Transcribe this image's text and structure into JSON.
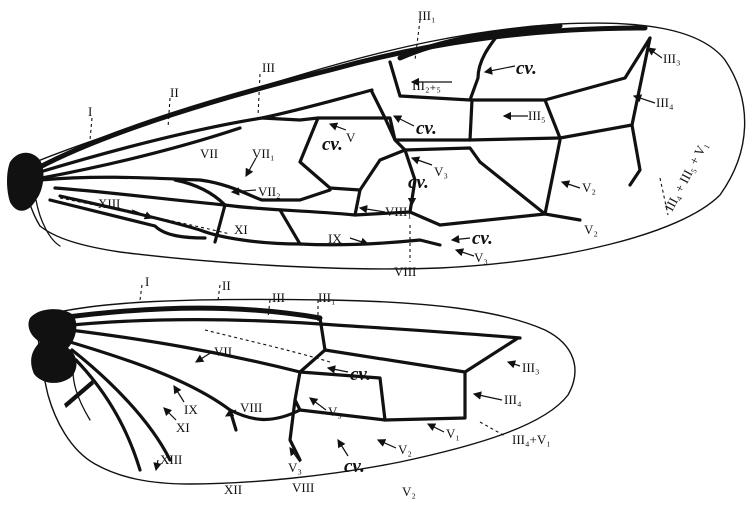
{
  "fore_wing": {
    "labels": {
      "I": "I",
      "II": "II",
      "III": "III",
      "III1": "III₁",
      "III3": "III₃",
      "III4": "III₄",
      "III25": "III₂₊₅",
      "III5": "III₅",
      "III4_III5_V1": "III₄ + III₅ + V₁",
      "V": "V",
      "V2a": "V₂",
      "V2b": "V₂",
      "V3a": "V₃",
      "V3b": "V₃",
      "VII": "VII",
      "VII1": "VII₁",
      "VII2": "VII₂",
      "VIII1": "VIII₁",
      "VIII": "VIII",
      "IX": "IX",
      "XI": "XI",
      "XIII": "XIII",
      "cv1": "cv.",
      "cv2": "cv.",
      "cv3": "cv.",
      "cv4": "cv.",
      "cv5": "cv."
    }
  },
  "hind_wing": {
    "labels": {
      "I": "I",
      "II": "II",
      "III": "III",
      "III1": "III₁",
      "III3": "III₃",
      "III4": "III₄",
      "III4_V1": "III₄+V₁",
      "V1": "V₁",
      "V2a": "V₂",
      "V2b": "V₂",
      "V3a": "V₃",
      "V3b": "V₃",
      "VII": "VII",
      "VIII": "VIII",
      "VIIIb": "VIII",
      "IX": "IX",
      "XI": "XI",
      "XII": "XII",
      "XIII": "XIII",
      "cv1": "cv.",
      "cv2": "cv."
    }
  }
}
